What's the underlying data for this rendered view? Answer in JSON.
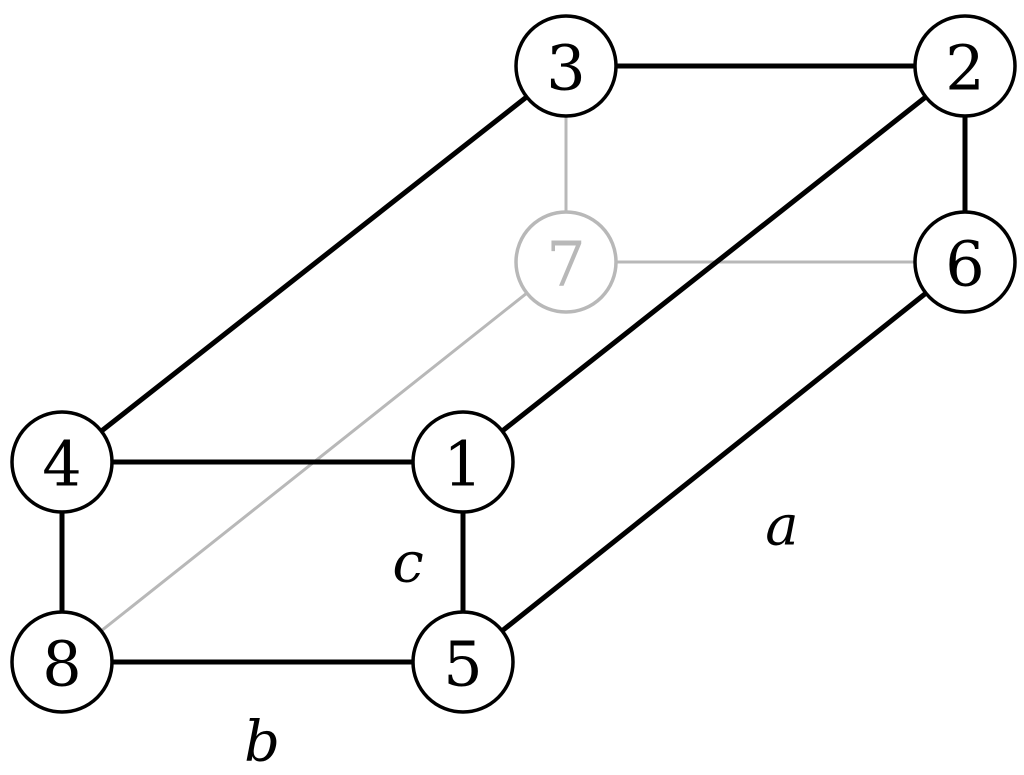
{
  "colors": {
    "visible": "#000000",
    "hidden": "#b8b8b8",
    "background": "#ffffff"
  },
  "nodes": [
    {
      "id": "1",
      "label": "1",
      "hidden": false
    },
    {
      "id": "2",
      "label": "2",
      "hidden": false
    },
    {
      "id": "3",
      "label": "3",
      "hidden": false
    },
    {
      "id": "4",
      "label": "4",
      "hidden": false
    },
    {
      "id": "5",
      "label": "5",
      "hidden": false
    },
    {
      "id": "6",
      "label": "6",
      "hidden": false
    },
    {
      "id": "7",
      "label": "7",
      "hidden": true
    },
    {
      "id": "8",
      "label": "8",
      "hidden": false
    }
  ],
  "edges": [
    {
      "from": "3",
      "to": "2",
      "hidden": false
    },
    {
      "from": "3",
      "to": "4",
      "hidden": false
    },
    {
      "from": "2",
      "to": "1",
      "hidden": false
    },
    {
      "from": "2",
      "to": "6",
      "hidden": false
    },
    {
      "from": "6",
      "to": "5",
      "hidden": false
    },
    {
      "from": "4",
      "to": "1",
      "hidden": false
    },
    {
      "from": "4",
      "to": "8",
      "hidden": false
    },
    {
      "from": "1",
      "to": "5",
      "hidden": false
    },
    {
      "from": "8",
      "to": "5",
      "hidden": false
    },
    {
      "from": "3",
      "to": "7",
      "hidden": true
    },
    {
      "from": "7",
      "to": "6",
      "hidden": true
    },
    {
      "from": "7",
      "to": "8",
      "hidden": true
    }
  ],
  "dimensions": {
    "a": "a",
    "b": "b",
    "c": "c"
  }
}
